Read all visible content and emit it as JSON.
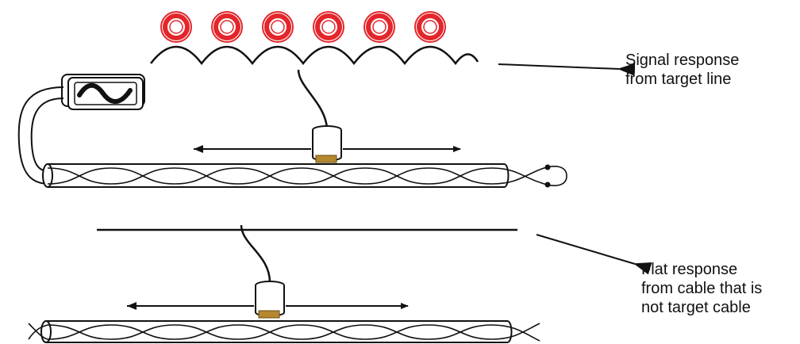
{
  "labels": {
    "signal_response": [
      "Signal response",
      "from target line"
    ],
    "flat_response": [
      "Flat response",
      "from cable that is",
      "not target cable"
    ]
  },
  "icons": {
    "generator": "sine-wave-icon",
    "signal_rings": "signal-ring-icon"
  },
  "colors": {
    "ring": "#e3262b",
    "line": "#111111",
    "probe_tip": "#b5872f"
  }
}
